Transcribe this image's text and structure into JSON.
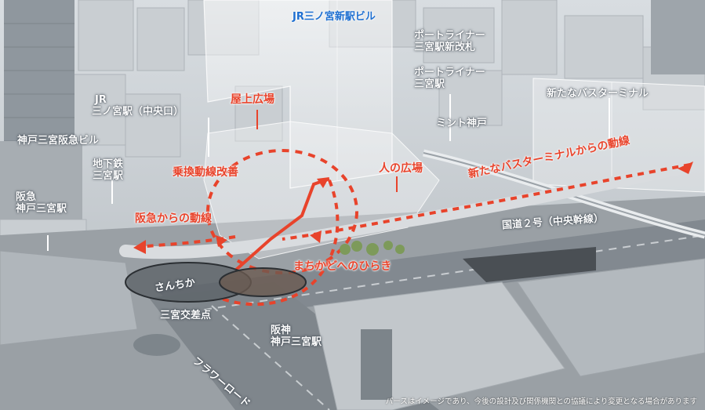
{
  "labels": {
    "jr_building": "JR三ノ宮新駅ビル",
    "portliner_gate_1": "ポートライナー",
    "portliner_gate_2": "三宮駅新改札",
    "portliner_station_1": "ポートライナー",
    "portliner_station_2": "三宮駅",
    "new_bus_terminal": "新たなバスターミナル",
    "mint_kobe": "ミント神戸",
    "jr_sannomiya_1": "JR",
    "jr_sannomiya_2": "三ノ宮駅（中央口）",
    "kobe_hankyu_building": "神戸三宮阪急ビル",
    "subway_1": "地下鉄",
    "subway_2": "三宮駅",
    "hankyu_station_1": "阪急",
    "hankyu_station_2": "神戸三宮駅",
    "route2": "国道２号（中央幹線）",
    "sannomiya_intersection": "三宮交差点",
    "santica": "さんちか",
    "hanshin_1": "阪神",
    "hanshin_2": "神戸三宮駅",
    "flower_road": "フラワーロード"
  },
  "highlights": {
    "rooftop_plaza": "屋上広場",
    "transfer_improvement": "乗換動線改善",
    "people_plaza": "人の広場",
    "from_bus_terminal": "新たなバスターミナルからの動線",
    "from_hankyu": "阪急からの動線",
    "to_town": "まちかどへのひらき"
  },
  "note": "パースはイメージであり、今後の設計及び関係機関との協議により変更となる場合があります",
  "colors": {
    "accent_red": "#e8432b",
    "label_blue": "#1e6fd1"
  }
}
